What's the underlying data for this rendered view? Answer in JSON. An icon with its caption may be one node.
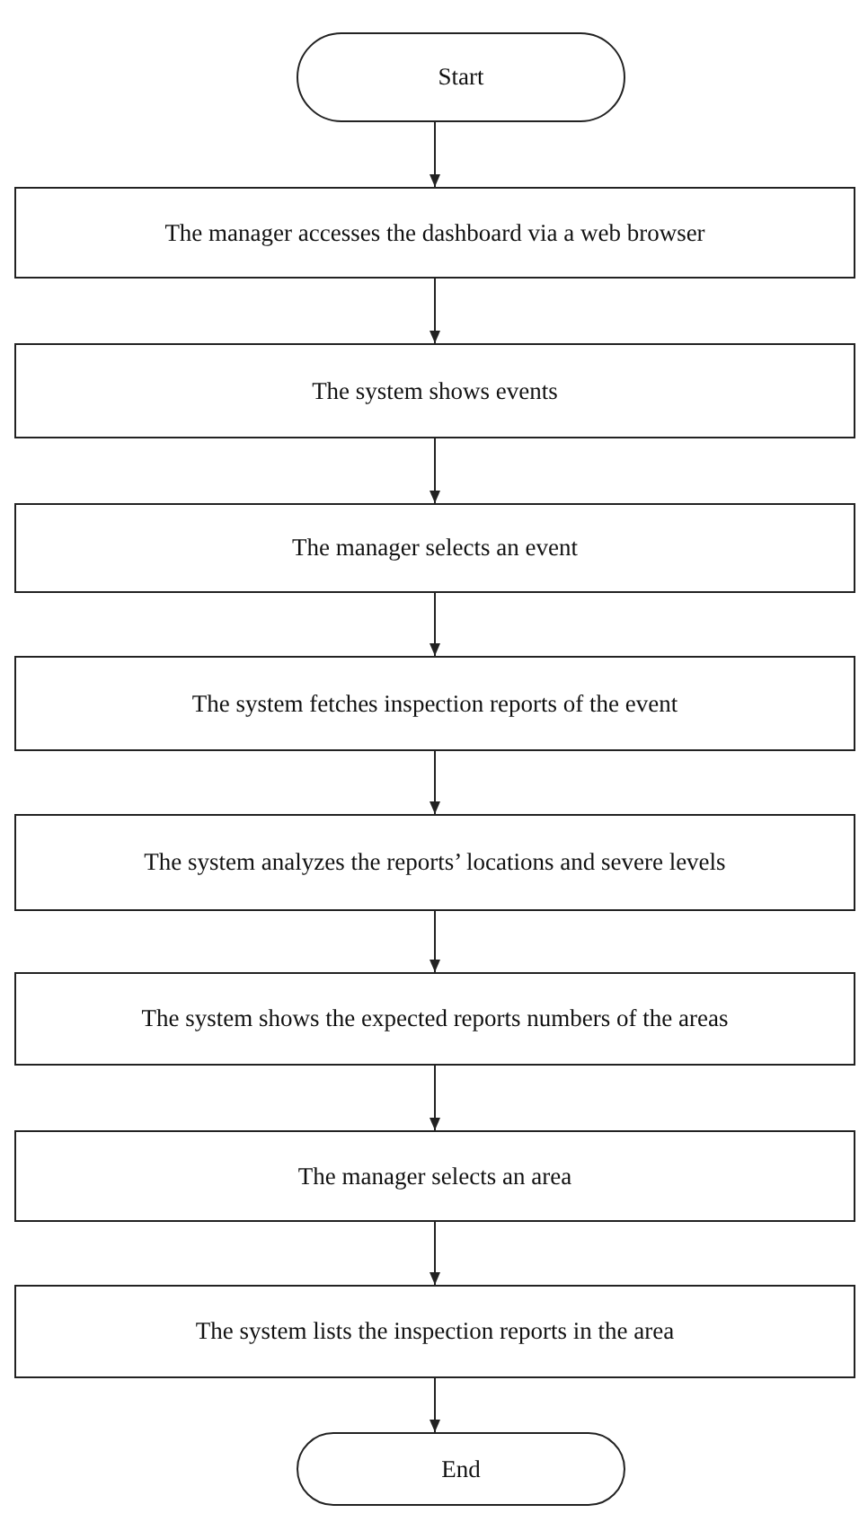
{
  "diagram": {
    "nodes": [
      {
        "text": [
          "Start"
        ]
      },
      {
        "text": [
          "The manager accesses the dashboard via a web browser"
        ]
      },
      {
        "text": [
          "The system shows events"
        ]
      },
      {
        "text": [
          "The manager selects an event"
        ]
      },
      {
        "text": [
          "The system fetches inspection reports of the event"
        ]
      },
      {
        "text": [
          "The system analyzes the reports’ locations and severe levels"
        ]
      },
      {
        "text": [
          "The system shows the expected reports numbers of the areas"
        ]
      },
      {
        "text": [
          "The manager selects an area"
        ]
      },
      {
        "text": [
          "The system lists the inspection reports in the area"
        ]
      },
      {
        "text": [
          "End"
        ]
      }
    ],
    "edges": [
      {
        "from": 0,
        "to": 1,
        "arrow": "to"
      },
      {
        "from": 1,
        "to": 2,
        "arrow": "to"
      },
      {
        "from": 2,
        "to": 3,
        "arrow": "to"
      },
      {
        "from": 3,
        "to": 4,
        "arrow": "to"
      },
      {
        "from": 4,
        "to": 5,
        "arrow": "to"
      },
      {
        "from": 5,
        "to": 6,
        "arrow": "to"
      },
      {
        "from": 6,
        "to": 7,
        "arrow": "to"
      },
      {
        "from": 7,
        "to": 8,
        "arrow": "to"
      },
      {
        "from": 8,
        "to": 9,
        "arrow": "to"
      }
    ]
  }
}
